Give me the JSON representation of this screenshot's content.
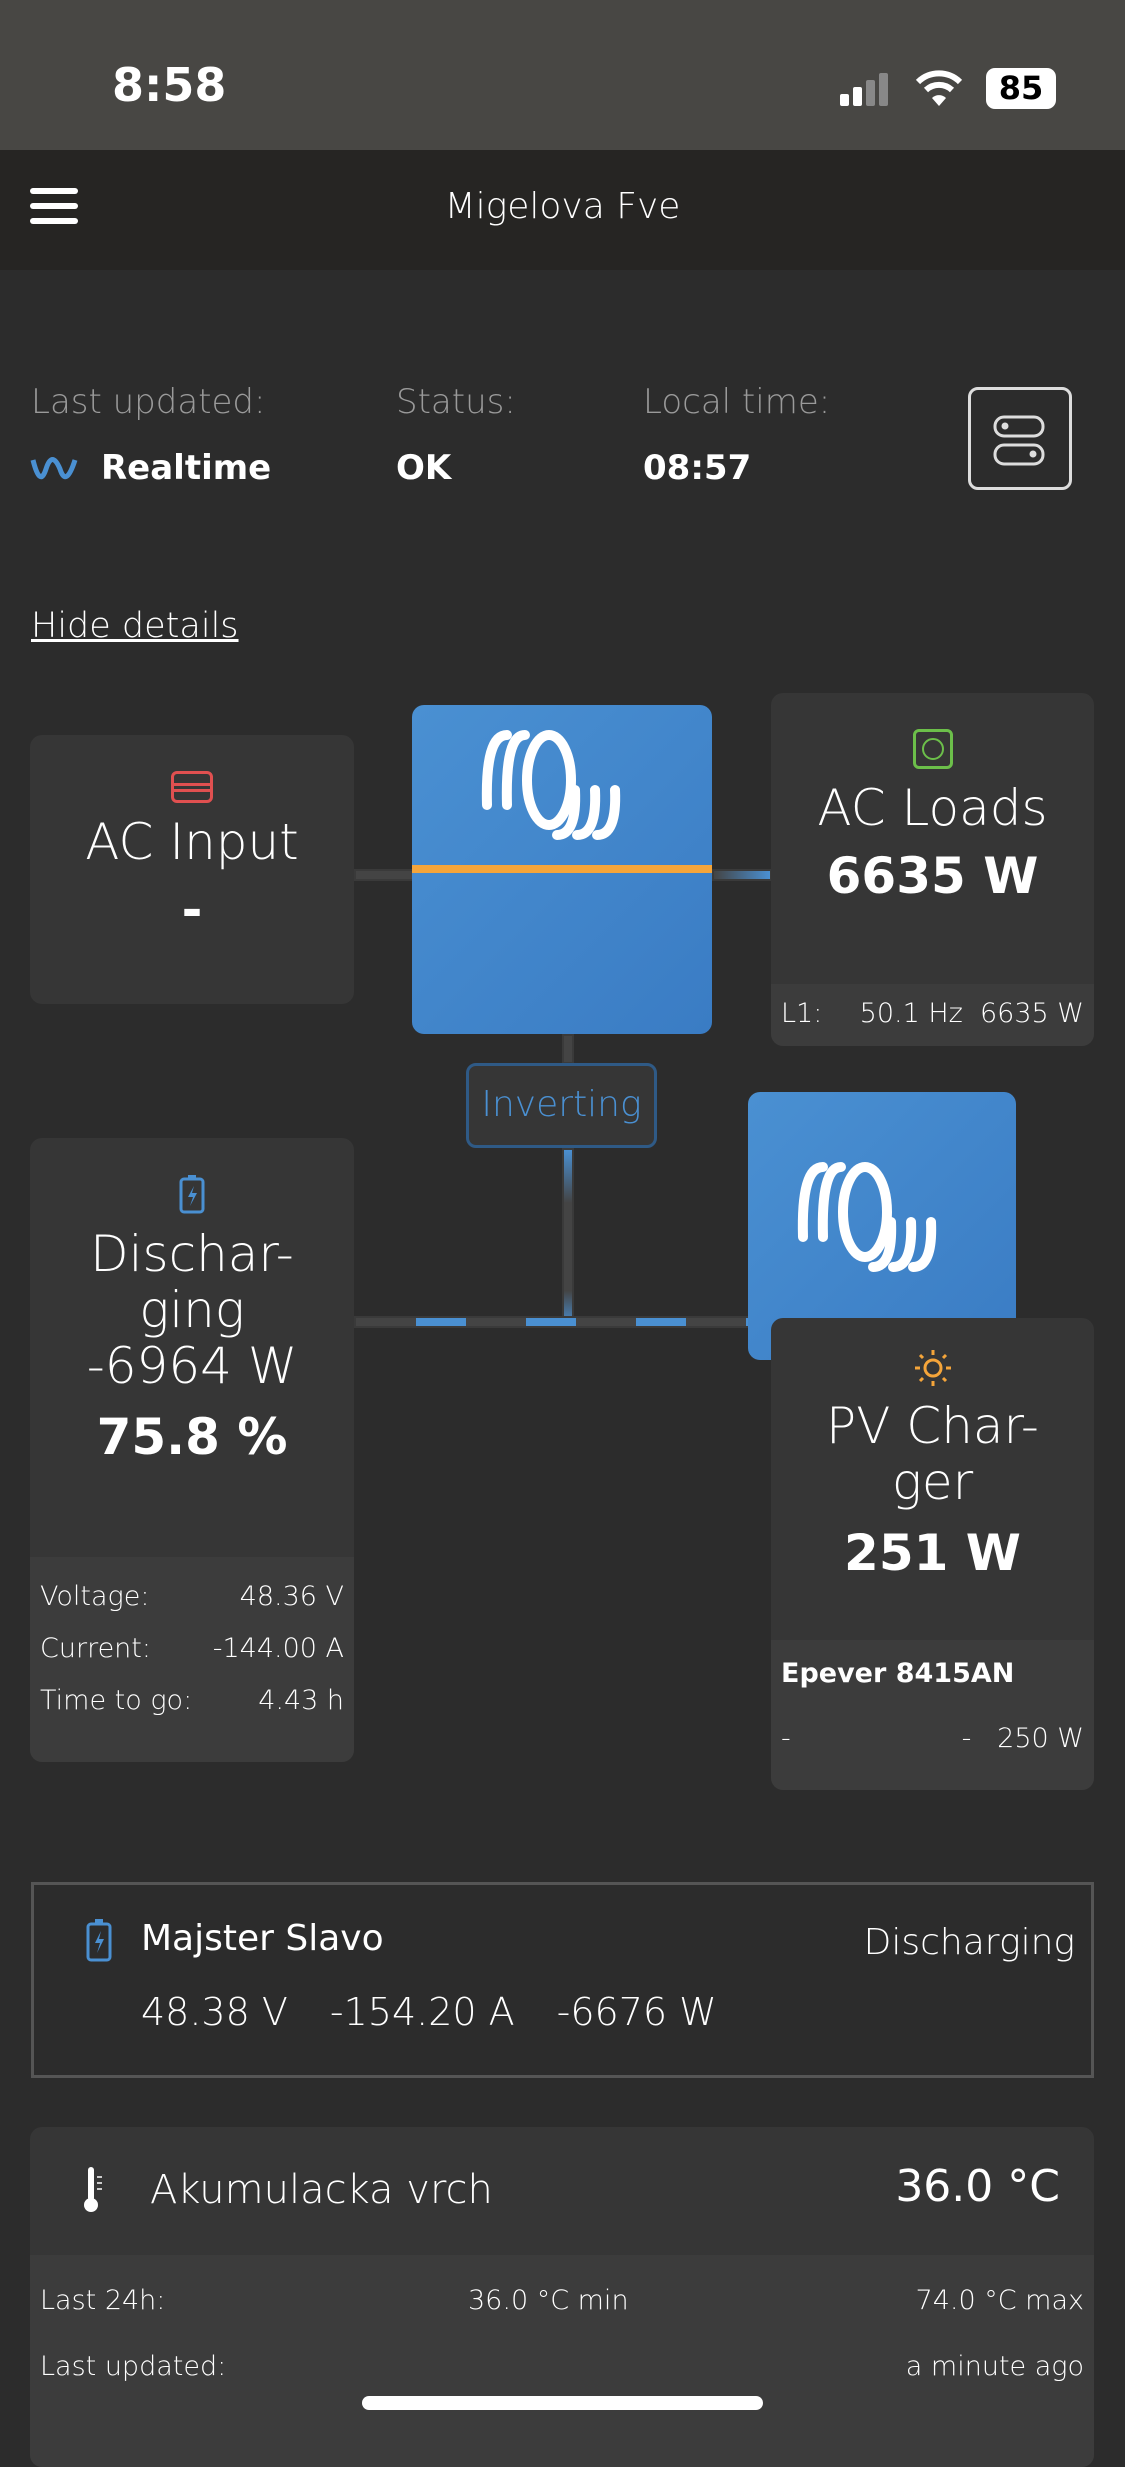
{
  "status_bar": {
    "time": "8:58",
    "battery": "85"
  },
  "header": {
    "title": "Migelova Fve"
  },
  "info": {
    "last_updated_label": "Last updated:",
    "last_updated_value": "Realtime",
    "status_label": "Status:",
    "status_value": "OK",
    "local_time_label": "Local time:",
    "local_time_value": "08:57"
  },
  "hide_details": "Hide details",
  "ac_input": {
    "title": "AC Input",
    "value": "-"
  },
  "ac_loads": {
    "title": "AC Loads",
    "value": "6635 W",
    "phase": "L1:",
    "freq": "50.1 Hz",
    "power": "6635 W"
  },
  "inverter": {
    "state": "Inverting"
  },
  "battery": {
    "title_line1": "Dischar-",
    "title_line2": "ging",
    "power": "-6964 W",
    "soc": "75.8 %",
    "voltage_label": "Voltage:",
    "voltage": "48.36 V",
    "current_label": "Current:",
    "current": "-144.00 A",
    "ttg_label": "Time to go:",
    "ttg": "4.43 h"
  },
  "pv": {
    "title_line1": "PV Char-",
    "title_line2": "ger",
    "value": "251 W",
    "device": "Epever 8415AN",
    "col1": "-",
    "col2": "-",
    "col3": "250 W"
  },
  "battery_monitor": {
    "name": "Majster Slavo",
    "state": "Discharging",
    "voltage": "48.38 V",
    "current": "-154.20 A",
    "power": "-6676 W"
  },
  "temp": {
    "name": "Akumulacka vrch",
    "value": "36.0 °C",
    "last24_label": "Last 24h:",
    "min": "36.0 °C min",
    "max": "74.0 °C max",
    "updated_label": "Last updated:",
    "updated": "a minute ago"
  },
  "colors": {
    "accent": "#4a90d2",
    "orange": "#f5a53a",
    "ac_input_icon": "#e05050",
    "loads_icon": "#6cbf4a"
  }
}
